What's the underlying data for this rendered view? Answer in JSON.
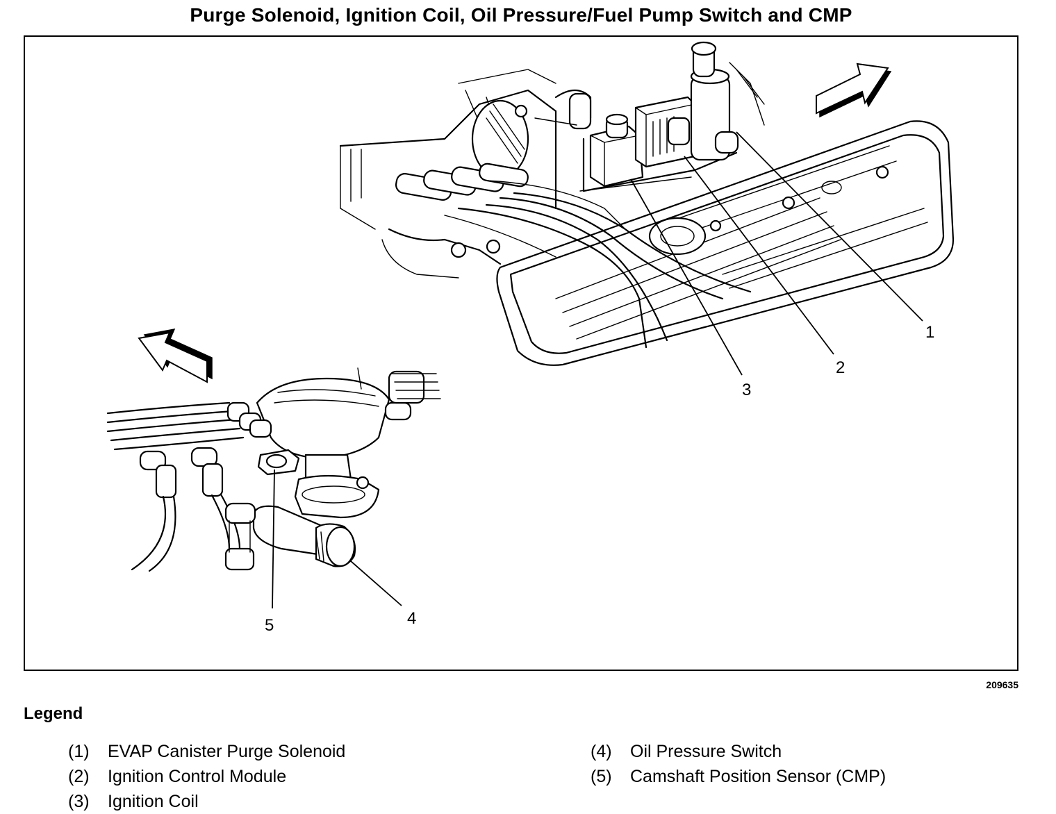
{
  "title": "Purge Solenoid, Ignition Coil, Oil Pressure/Fuel Pump Switch and CMP",
  "figure_number": "209635",
  "callouts": [
    "1",
    "2",
    "3",
    "4",
    "5"
  ],
  "legend": {
    "heading": "Legend",
    "items": [
      {
        "num": "(1)",
        "label": "EVAP Canister Purge Solenoid"
      },
      {
        "num": "(2)",
        "label": "Ignition Control Module"
      },
      {
        "num": "(3)",
        "label": "Ignition Coil"
      },
      {
        "num": "(4)",
        "label": "Oil Pressure Switch"
      },
      {
        "num": "(5)",
        "label": "Camshaft Position Sensor (CMP)"
      }
    ]
  },
  "icons": [
    "forward-arrow-icon-upper",
    "forward-arrow-icon-lower"
  ]
}
